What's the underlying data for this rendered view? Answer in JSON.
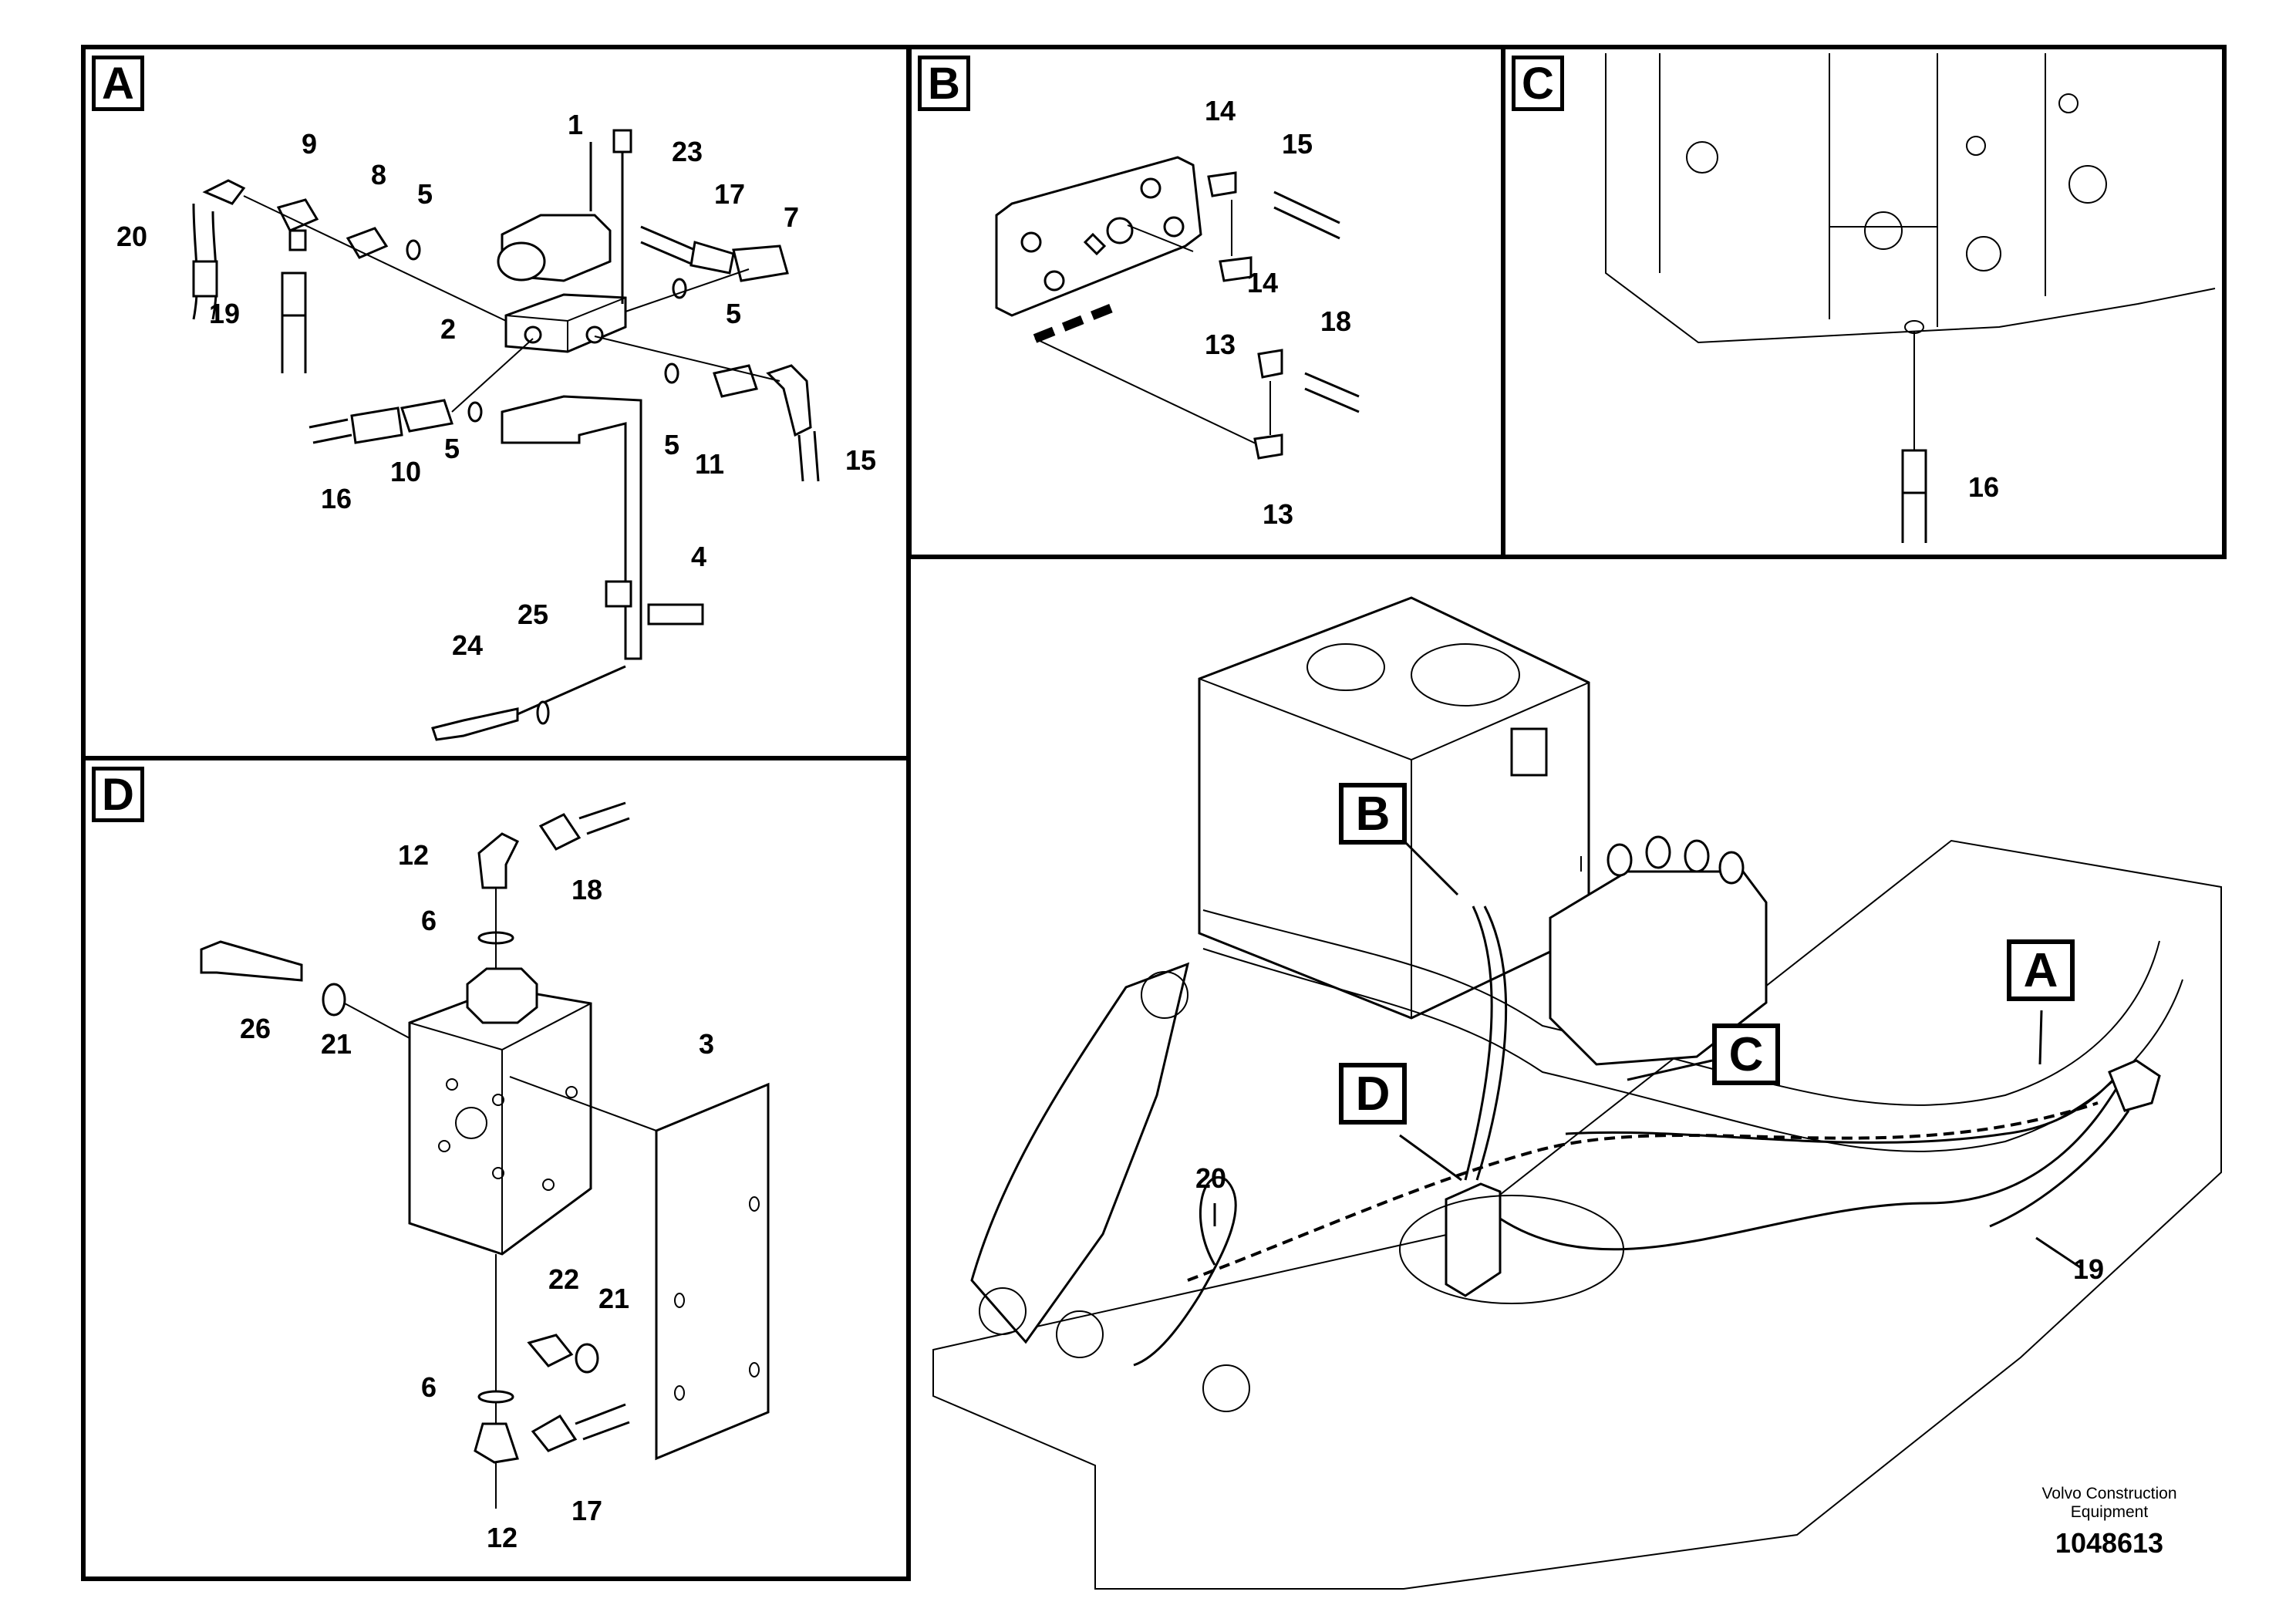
{
  "panels": {
    "A": {
      "badge": "A",
      "labels": [
        "1",
        "2",
        "4",
        "5",
        "5",
        "5",
        "5",
        "7",
        "8",
        "9",
        "10",
        "11",
        "15",
        "16",
        "17",
        "19",
        "20",
        "23",
        "24",
        "25"
      ]
    },
    "B": {
      "badge": "B",
      "labels": [
        "14",
        "15",
        "13",
        "14",
        "18",
        "13"
      ]
    },
    "C": {
      "badge": "C",
      "labels": [
        "16"
      ]
    },
    "D": {
      "badge": "D",
      "labels": [
        "12",
        "18",
        "6",
        "26",
        "21",
        "3",
        "22",
        "21",
        "6",
        "17",
        "12"
      ]
    }
  },
  "overview": {
    "callouts": [
      "B",
      "C",
      "D",
      "A"
    ],
    "labels": [
      "20",
      "19"
    ]
  },
  "footer": {
    "brand_line1": "Volvo Construction",
    "brand_line2": "Equipment",
    "drawing_number": "1048613"
  }
}
